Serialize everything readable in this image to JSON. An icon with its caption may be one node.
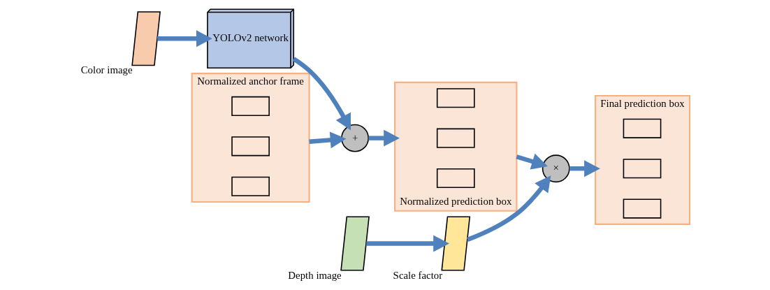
{
  "diagram": {
    "nodes": [
      {
        "text": [
          "Color image"
        ]
      },
      {
        "text": [
          "YOLOv2 network"
        ]
      },
      {
        "text": [
          "Normalized anchor frame"
        ]
      },
      {
        "text": [],
        "shape": "box",
        "in": 2
      },
      {
        "text": [],
        "shape": "box",
        "in": 2
      },
      {
        "text": [],
        "shape": "box",
        "in": 2
      },
      {
        "text": [
          "+"
        ]
      },
      {
        "text": [
          "Depth image"
        ]
      },
      {
        "text": [
          "Scale factor"
        ]
      },
      {
        "text": [
          "Normalized prediction box"
        ]
      },
      {
        "text": [],
        "shape": "box",
        "in": 9
      },
      {
        "text": [],
        "shape": "box",
        "in": 9
      },
      {
        "text": [],
        "shape": "box",
        "in": 9
      },
      {
        "text": [
          "×"
        ]
      },
      {
        "text": [
          "Final prediction box"
        ]
      },
      {
        "text": [],
        "shape": "box",
        "in": 14
      },
      {
        "text": [],
        "shape": "box",
        "in": 14
      },
      {
        "text": [],
        "shape": "box",
        "in": 14
      }
    ],
    "edges": [
      {
        "from": 0,
        "to": 1,
        "arrow": "to"
      },
      {
        "from": 1,
        "to": 6,
        "arrow": "to"
      },
      {
        "from": 2,
        "to": 6,
        "arrow": "to"
      },
      {
        "from": 6,
        "to": 9,
        "arrow": "to"
      },
      {
        "from": 7,
        "to": 8,
        "arrow": "to"
      },
      {
        "from": 8,
        "to": 13,
        "arrow": "to"
      },
      {
        "from": 9,
        "to": 13,
        "arrow": "to"
      },
      {
        "from": 13,
        "to": 14,
        "arrow": "to"
      }
    ]
  }
}
